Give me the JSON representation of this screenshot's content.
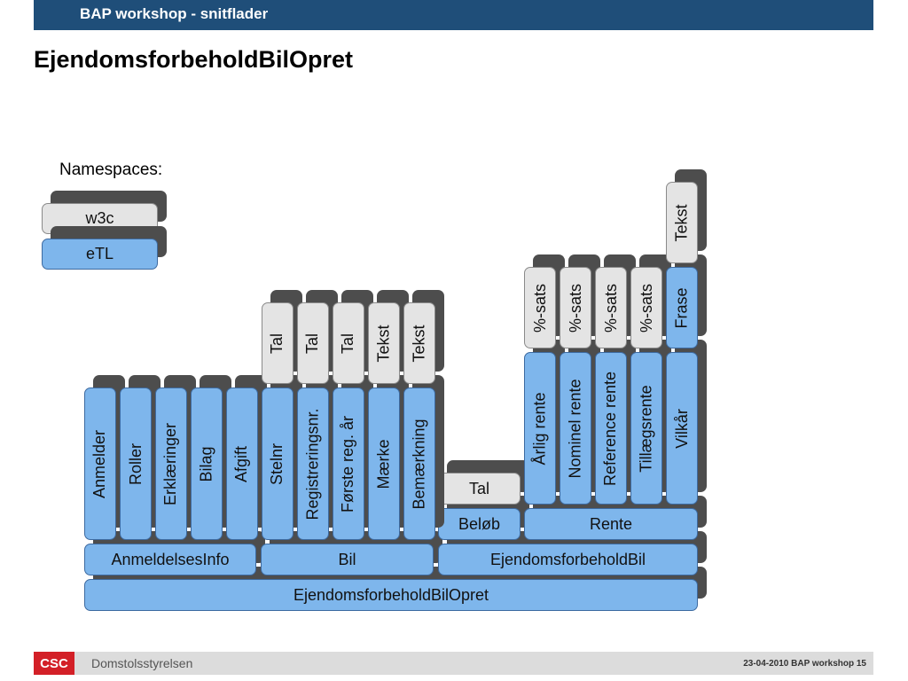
{
  "header": {
    "title": "BAP workshop - snitflader"
  },
  "slide": {
    "title": "EjendomsforbeholdBilOpret"
  },
  "namespaces": {
    "label": "Namespaces:",
    "items": [
      "w3c",
      "eTL"
    ]
  },
  "diagram": {
    "root": "EjendomsforbeholdBilOpret",
    "level2": [
      "AnmeldelsesInfo",
      "Bil",
      "EjendomsforbeholdBil"
    ],
    "level3": [
      "Beløb",
      "Rente"
    ],
    "anmeldelses_children": [
      "Anmelder",
      "Roller",
      "Erklæringer",
      "Bilag",
      "Afgift"
    ],
    "bil_children": [
      "Stelnr",
      "Registreringsnr.",
      "Første reg. år",
      "Mærke",
      "Bemærkning"
    ],
    "bil_types": [
      "Tal",
      "Tal",
      "Tal",
      "Tekst",
      "Tekst"
    ],
    "belob_type": "Tal",
    "rente_children": [
      "Årlig rente",
      "Nominel rente",
      "Reference rente",
      "Tillægsrente",
      "Vilkår"
    ],
    "rente_types": [
      "%-sats",
      "%-sats",
      "%-sats",
      "%-sats",
      "Frase"
    ],
    "vilkar_type": "Tekst"
  },
  "footer": {
    "logo": "CSC",
    "org": "Domstolsstyrelsen",
    "date_info": "23-04-2010 BAP workshop  15"
  }
}
